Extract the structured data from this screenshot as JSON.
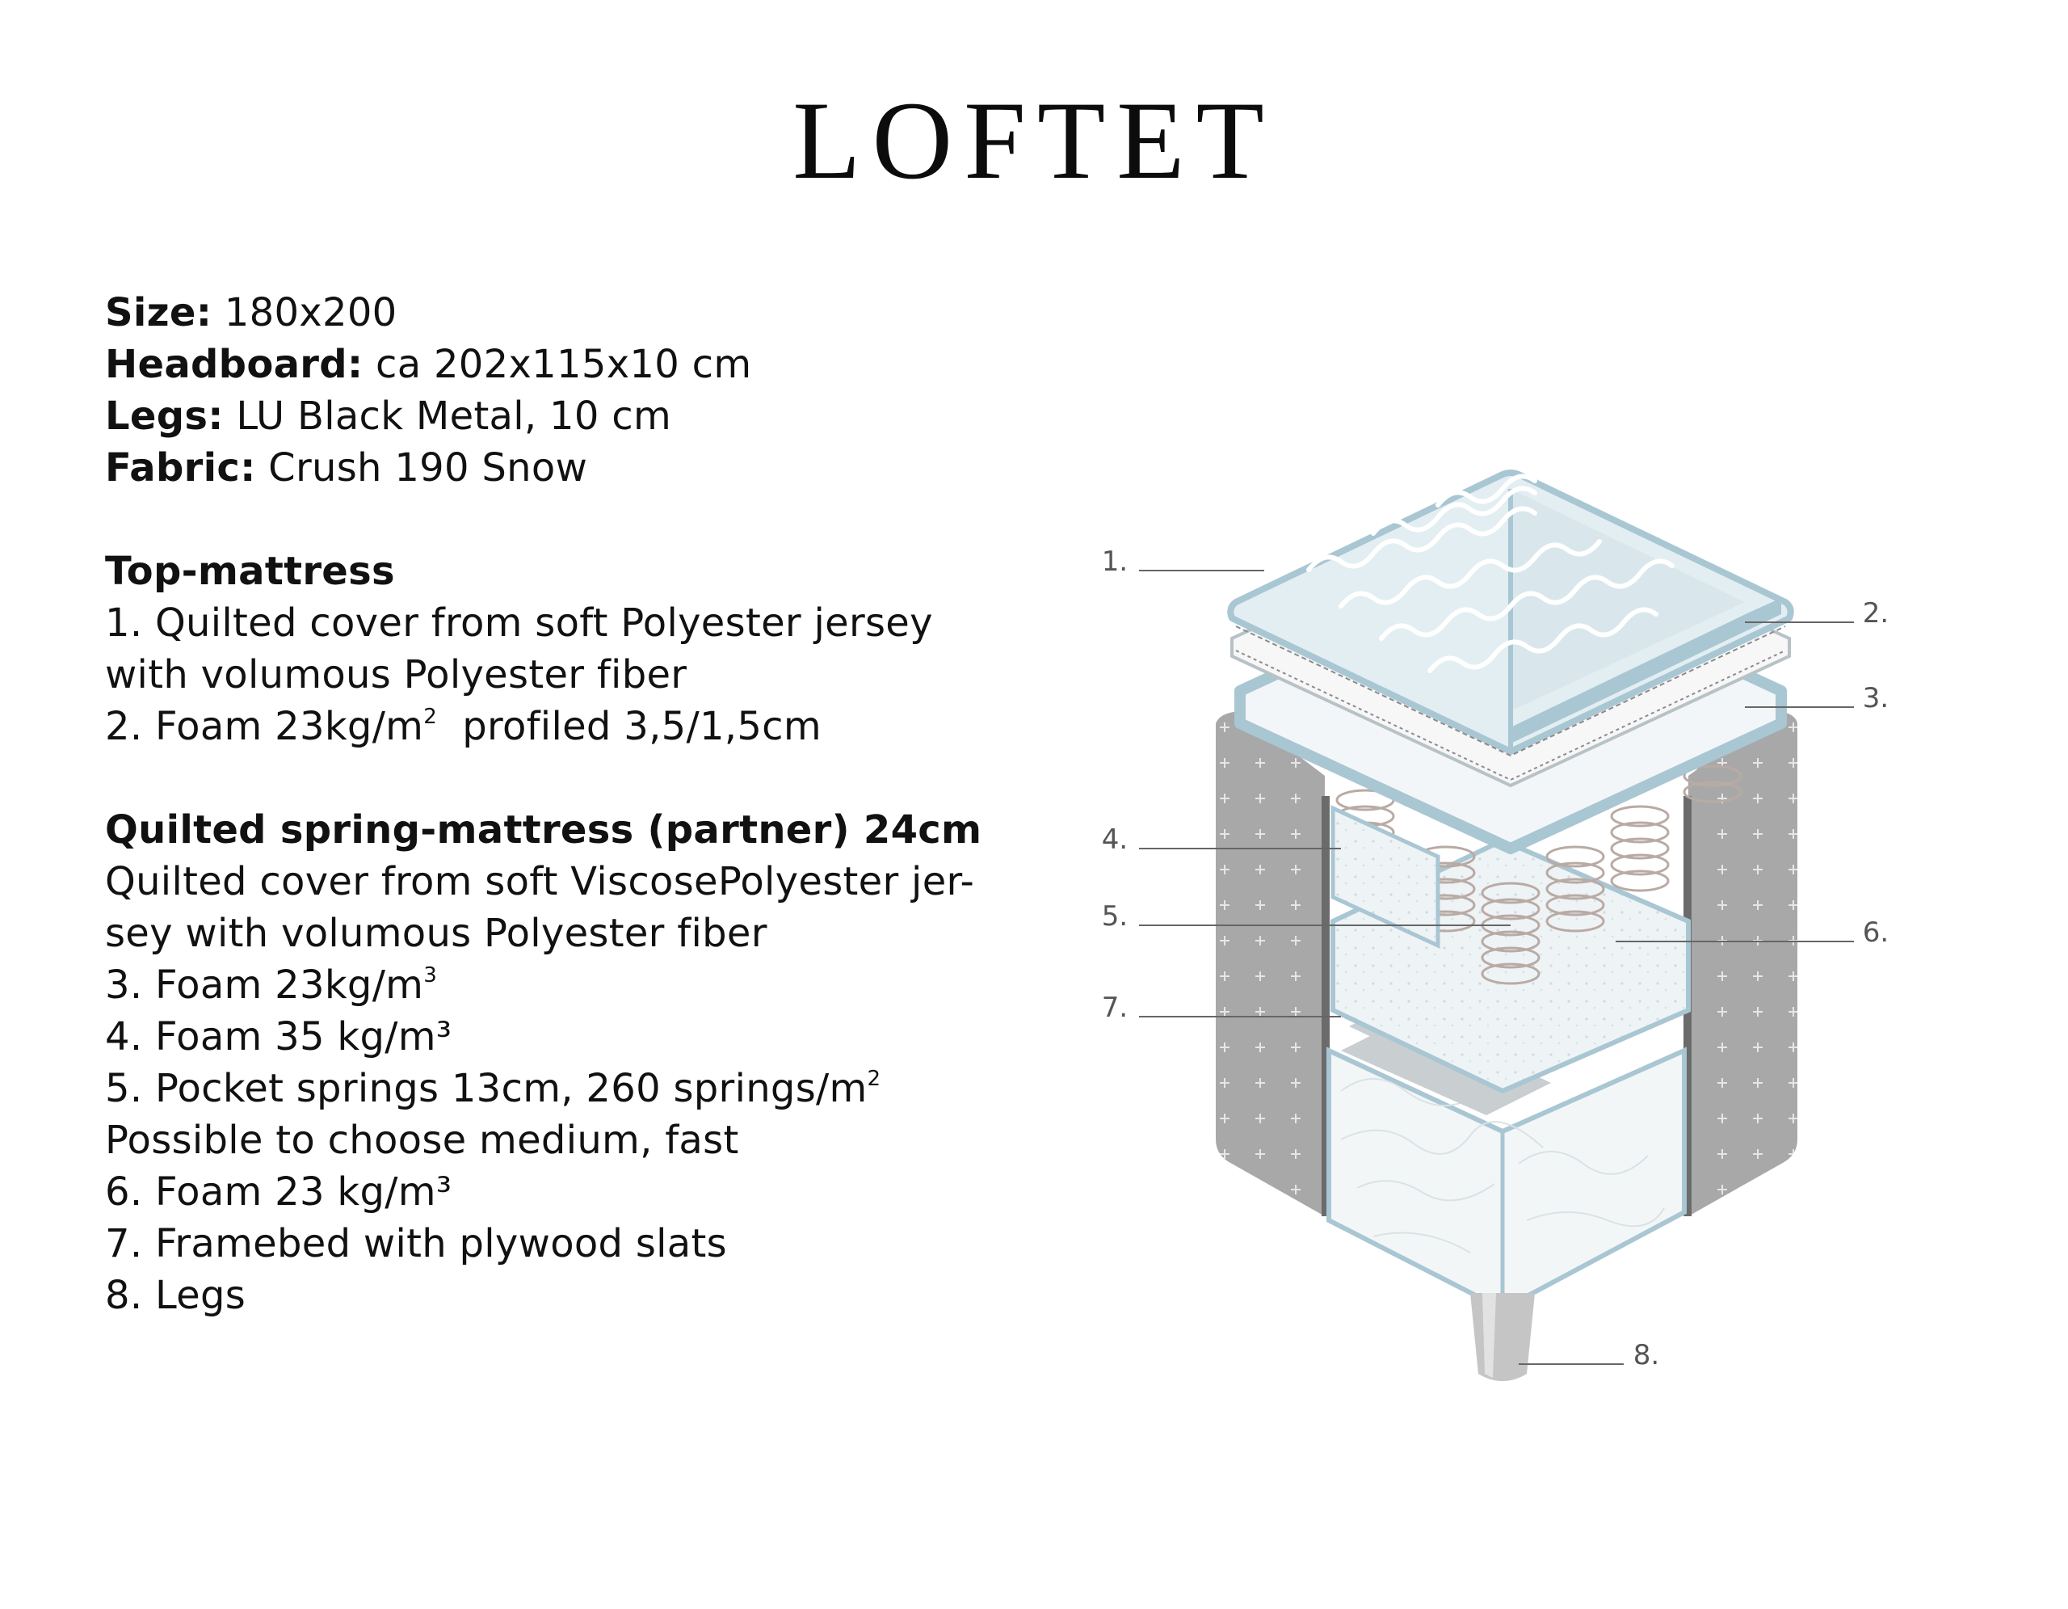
{
  "title": "LOFTET",
  "specs": [
    {
      "label": "Size:",
      "value": "180x200"
    },
    {
      "label": "Headboard:",
      "value": "ca 202x115x10 cm"
    },
    {
      "label": "Legs:",
      "value": "LU Black Metal, 10 cm"
    },
    {
      "label": "Fabric:",
      "value": "Crush 190 Snow"
    }
  ],
  "top_mattress": {
    "heading": "Top-mattress",
    "item1_line1": "1. Quilted cover from soft Polyester jersey",
    "item1_line2": "with volumous Polyester fiber",
    "item2_text": "2. Foam 23kg/m",
    "item2_sup": "2",
    "item2_rest": "  profiled 3,5/1,5cm"
  },
  "spring_mattress": {
    "heading": "Quilted spring-mattress (partner) 24cm",
    "cover_line1": "Quilted cover from soft ViscosePolyester jer-",
    "cover_line2": "sey with volumous Polyester fiber",
    "item3_text": "3. Foam 23kg/m",
    "item3_sup": "3",
    "item4": "4. Foam 35 kg/m³",
    "item5_text": "5. Pocket springs 13cm, 260 springs/m",
    "item5_sup": "2",
    "item5_note": "Possible to choose medium, fast",
    "item6": "6. Foam 23 kg/m³",
    "item7": "7. Framebed with plywood slats",
    "item8": "8. Legs"
  },
  "callouts": [
    "1.",
    "2.",
    "3.",
    "4.",
    "5.",
    "6.",
    "7.",
    "8."
  ],
  "colors": {
    "blue_frame": "#a9c6d3",
    "blue_light": "#dbe9ef",
    "grey_panel": "#a7a7a7",
    "foam_white": "#eef3f5"
  }
}
